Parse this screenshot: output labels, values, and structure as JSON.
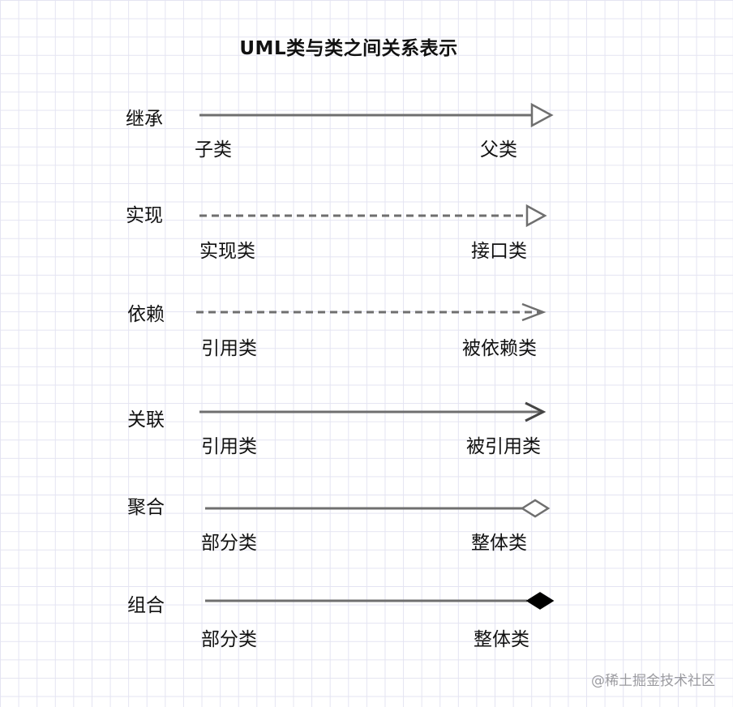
{
  "title": "UML类与类之间关系表示",
  "relations": [
    {
      "name": "继承",
      "from_label": "子类",
      "to_label": "父类",
      "line": "solid",
      "end": "hollow-triangle"
    },
    {
      "name": "实现",
      "from_label": "实现类",
      "to_label": "接口类",
      "line": "dashed",
      "end": "hollow-triangle"
    },
    {
      "name": "依赖",
      "from_label": "引用类",
      "to_label": "被依赖类",
      "line": "dashed",
      "end": "open-arrow"
    },
    {
      "name": "关联",
      "from_label": "引用类",
      "to_label": "被引用类",
      "line": "solid",
      "end": "open-arrow"
    },
    {
      "name": "聚合",
      "from_label": "部分类",
      "to_label": "整体类",
      "line": "solid",
      "end": "hollow-diamond"
    },
    {
      "name": "组合",
      "from_label": "部分类",
      "to_label": "整体类",
      "line": "solid",
      "end": "filled-diamond"
    }
  ],
  "watermark": "@稀土掘金技术社区",
  "colors": {
    "line": "#6f6f6f",
    "text": "#111111",
    "grid": "#e4e4f2",
    "watermark": "#9b9ba0"
  }
}
